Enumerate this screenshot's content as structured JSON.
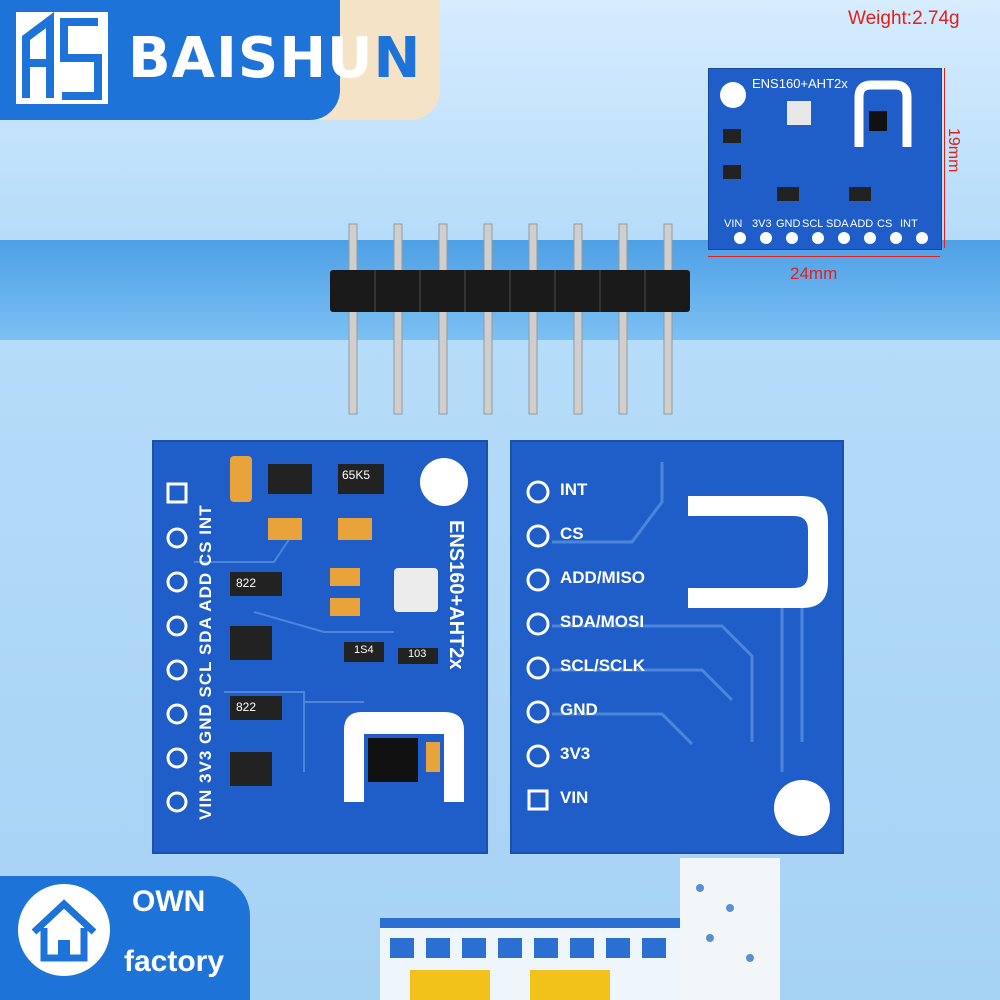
{
  "brand": {
    "name_head": "BAISHU",
    "name_tail": "N"
  },
  "spec": {
    "weight": "Weight:2.74g",
    "height": "19mm",
    "width": "24mm"
  },
  "small_board": {
    "title": "ENS160+AHT2x",
    "pins": [
      "VIN",
      "3V3",
      "GND",
      "SCL",
      "SDA",
      "ADD",
      "CS",
      "INT"
    ]
  },
  "front_board": {
    "title": "ENS160+AHT2x",
    "pin_labels": "VIN 3V3 GND SCL SDA ADD CS INT",
    "chip_marks": [
      "65K5",
      "822",
      "822",
      "1S4",
      "103"
    ]
  },
  "back_board": {
    "pins": [
      "INT",
      "CS",
      "ADD/MISO",
      "SDA/MOSI",
      "SCL/SCLK",
      "GND",
      "3V3",
      "VIN"
    ]
  },
  "footer": {
    "line1": "OWN",
    "line2": "factory"
  },
  "colors": {
    "board": "#1f5ec8",
    "brand_blue": "#1e73d9",
    "accent_red": "#e0201a"
  }
}
